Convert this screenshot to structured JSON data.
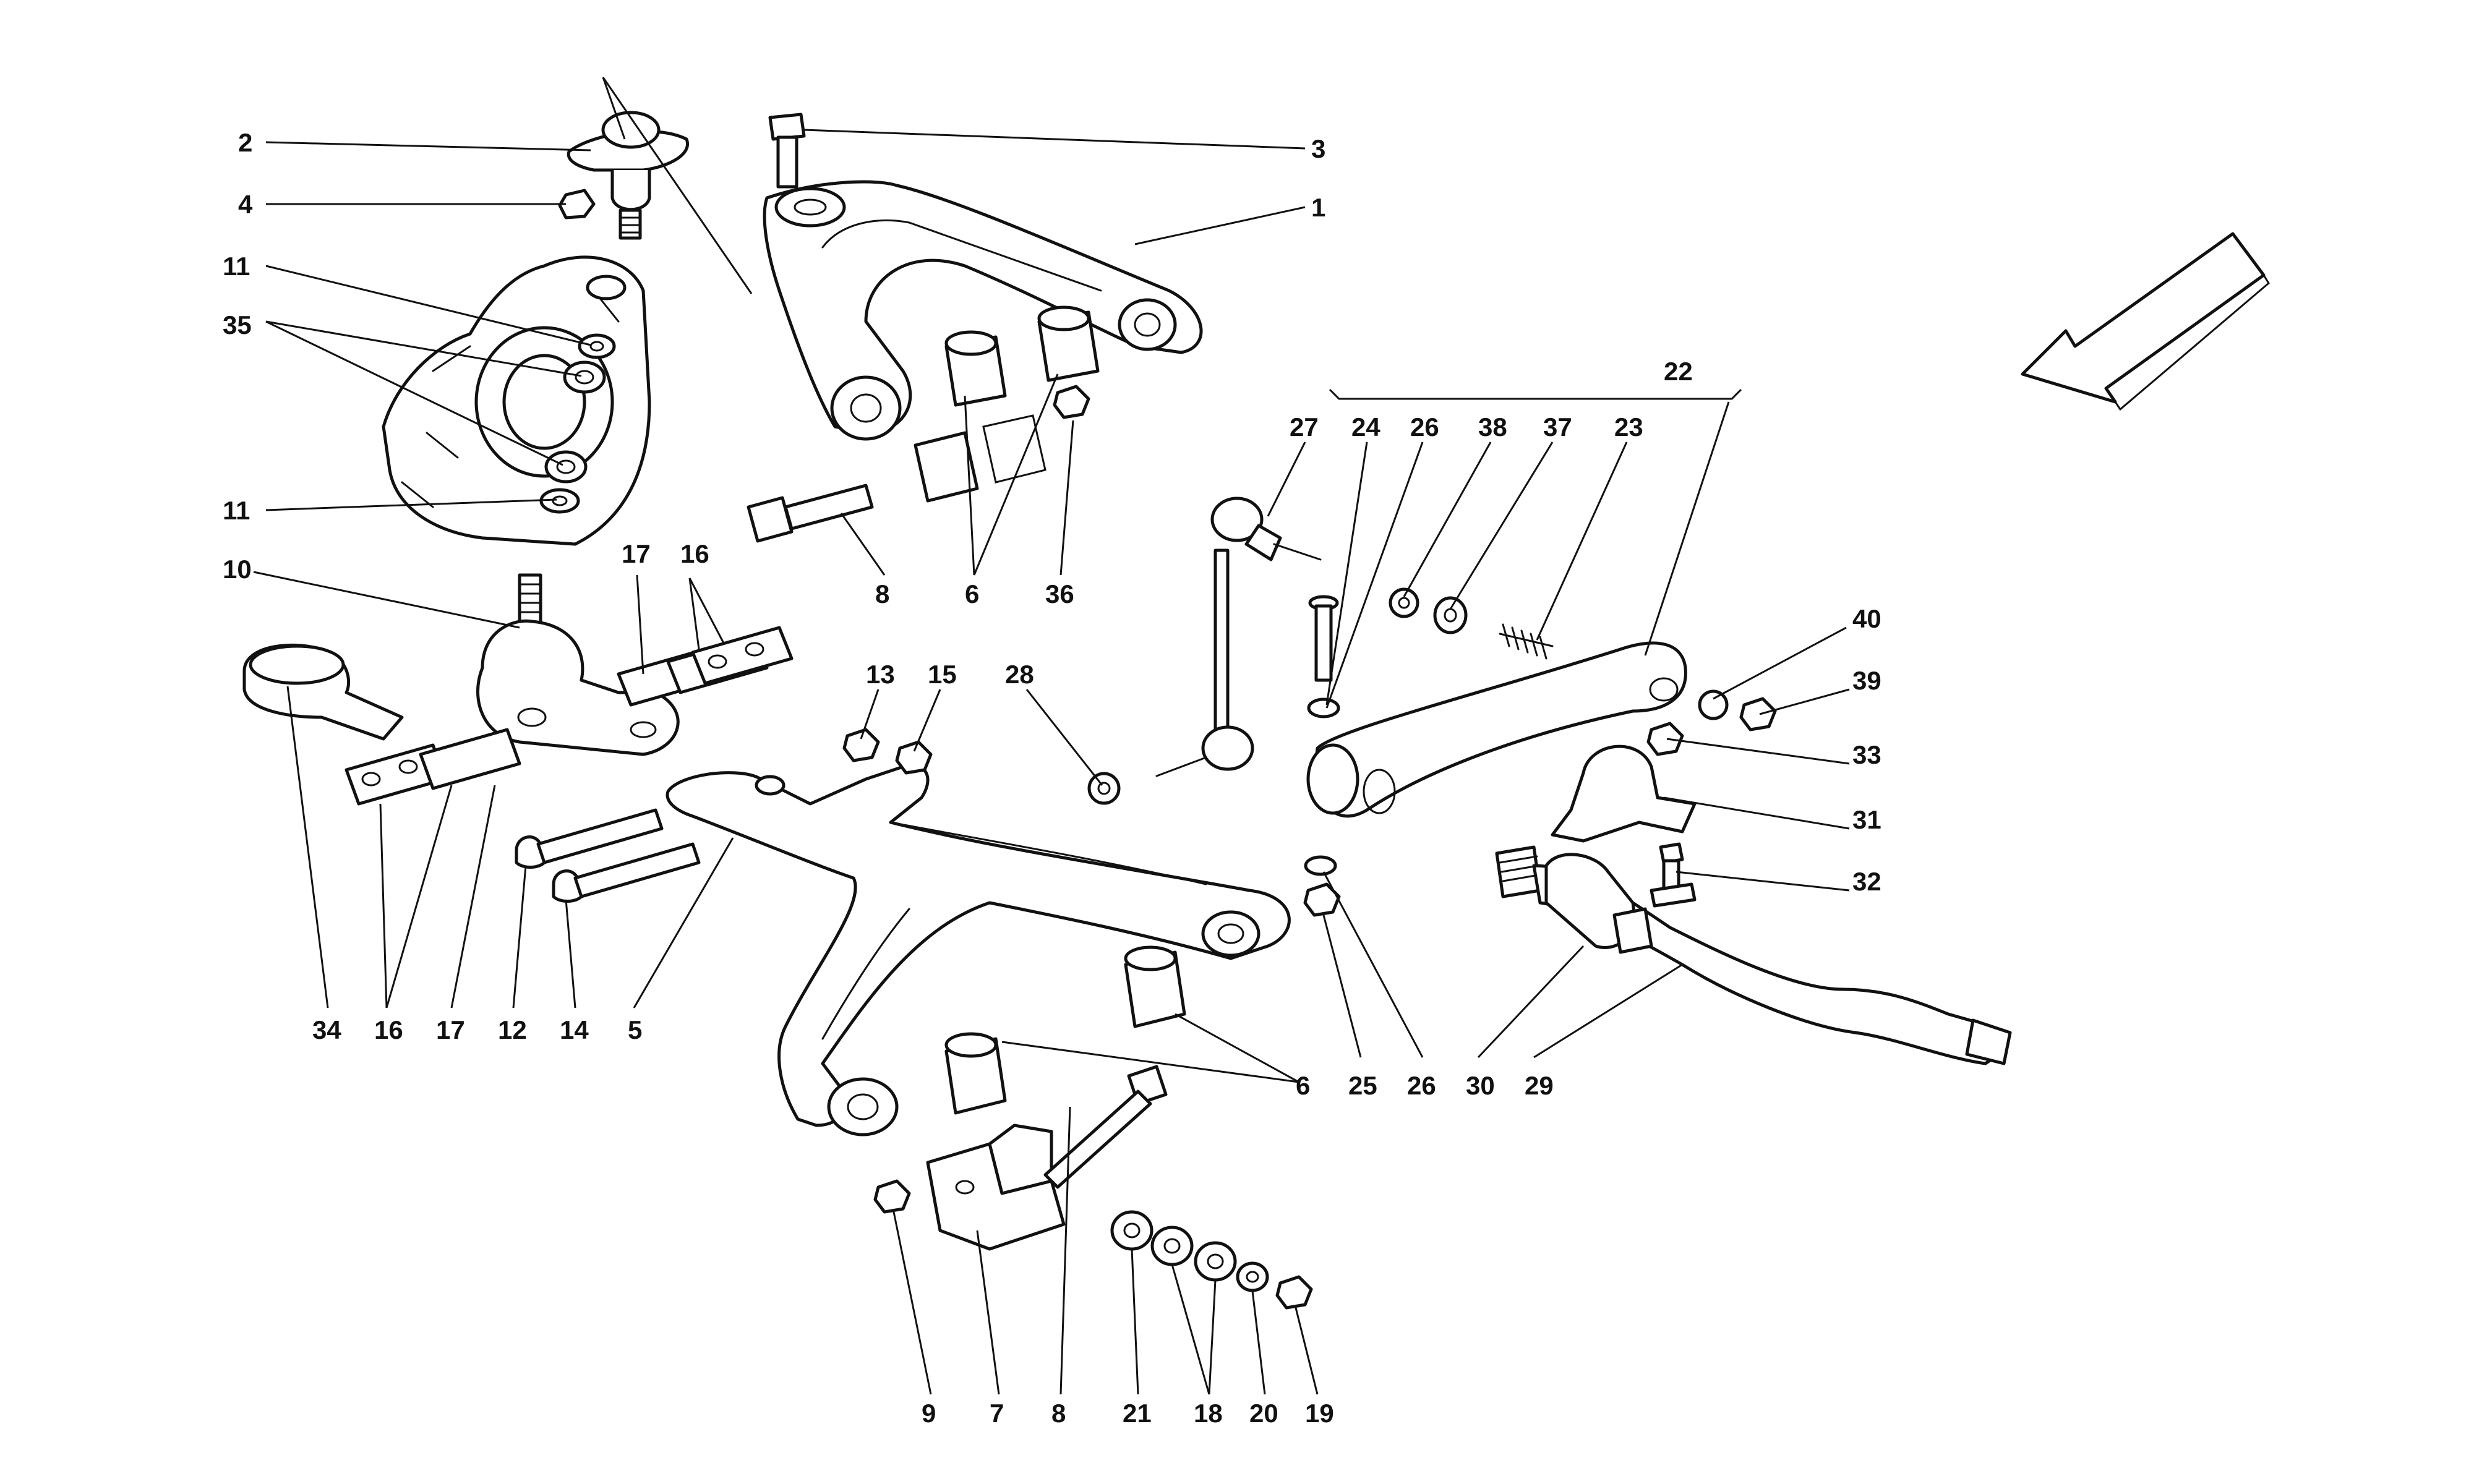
{
  "diagram": {
    "labels": [
      {
        "id": "l2",
        "text": "2"
      },
      {
        "id": "l4",
        "text": "4"
      },
      {
        "id": "l11a",
        "text": "11"
      },
      {
        "id": "l35",
        "text": "35"
      },
      {
        "id": "l11b",
        "text": "11"
      },
      {
        "id": "l10",
        "text": "10"
      },
      {
        "id": "l3",
        "text": "3"
      },
      {
        "id": "l1",
        "text": "1"
      },
      {
        "id": "l8a",
        "text": "8"
      },
      {
        "id": "l6a",
        "text": "6"
      },
      {
        "id": "l36",
        "text": "36"
      },
      {
        "id": "l17a",
        "text": "17"
      },
      {
        "id": "l16a",
        "text": "16"
      },
      {
        "id": "l13",
        "text": "13"
      },
      {
        "id": "l15",
        "text": "15"
      },
      {
        "id": "l28",
        "text": "28"
      },
      {
        "id": "l34",
        "text": "34"
      },
      {
        "id": "l16b",
        "text": "16"
      },
      {
        "id": "l17b",
        "text": "17"
      },
      {
        "id": "l12",
        "text": "12"
      },
      {
        "id": "l14",
        "text": "14"
      },
      {
        "id": "l5",
        "text": "5"
      },
      {
        "id": "l6b",
        "text": "6"
      },
      {
        "id": "l25",
        "text": "25"
      },
      {
        "id": "l26b",
        "text": "26"
      },
      {
        "id": "l30",
        "text": "30"
      },
      {
        "id": "l29",
        "text": "29"
      },
      {
        "id": "l22",
        "text": "22"
      },
      {
        "id": "l27",
        "text": "27"
      },
      {
        "id": "l24",
        "text": "24"
      },
      {
        "id": "l26a",
        "text": "26"
      },
      {
        "id": "l38",
        "text": "38"
      },
      {
        "id": "l37",
        "text": "37"
      },
      {
        "id": "l23",
        "text": "23"
      },
      {
        "id": "l40",
        "text": "40"
      },
      {
        "id": "l39",
        "text": "39"
      },
      {
        "id": "l33",
        "text": "33"
      },
      {
        "id": "l31",
        "text": "31"
      },
      {
        "id": "l32",
        "text": "32"
      },
      {
        "id": "l9",
        "text": "9"
      },
      {
        "id": "l7",
        "text": "7"
      },
      {
        "id": "l8b",
        "text": "8"
      },
      {
        "id": "l21",
        "text": "21"
      },
      {
        "id": "l18",
        "text": "18"
      },
      {
        "id": "l20",
        "text": "20"
      },
      {
        "id": "l19",
        "text": "19"
      }
    ]
  }
}
